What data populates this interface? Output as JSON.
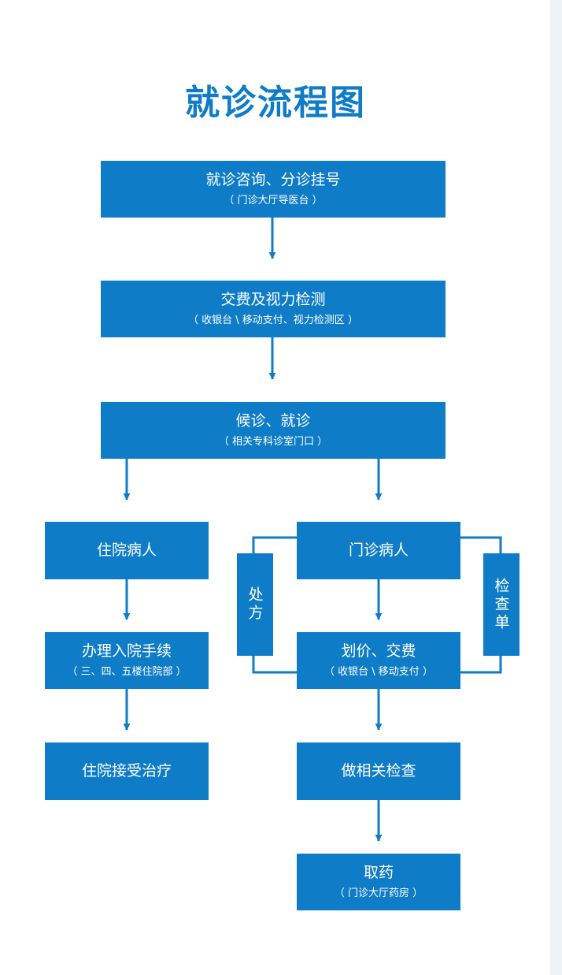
{
  "title": "就诊流程图",
  "colors": {
    "node_fill": "#0f7cc7",
    "text": "#ffffff",
    "title": "#0f7cc7"
  },
  "steps": {
    "consult": {
      "label": "就诊咨询、分诊挂号",
      "location": "（ 门诊大厅导医台 ）"
    },
    "payment_vision": {
      "label": "交费及视力检测",
      "location": "（ 收银台 \\ 移动支付、视力检测区 ）"
    },
    "waiting": {
      "label": "候诊、就诊",
      "location": "（ 相关专科诊室门口 ）"
    },
    "inpatient": {
      "label": "住院病人"
    },
    "admission": {
      "label": "办理入院手续",
      "location": "（ 三、四、五楼住院部 ）"
    },
    "treatment": {
      "label": "住院接受治疗"
    },
    "outpatient": {
      "label": "门诊病人"
    },
    "pricing": {
      "label": "划价、交费",
      "location": "（ 收银台 \\ 移动支付 ）"
    },
    "examination": {
      "label": "做相关检查"
    },
    "pharmacy": {
      "label": "取药",
      "location": "（ 门诊大厅药房 ）"
    },
    "prescription": {
      "label": "处方"
    },
    "exam_sheet": {
      "label": "检查单"
    }
  }
}
